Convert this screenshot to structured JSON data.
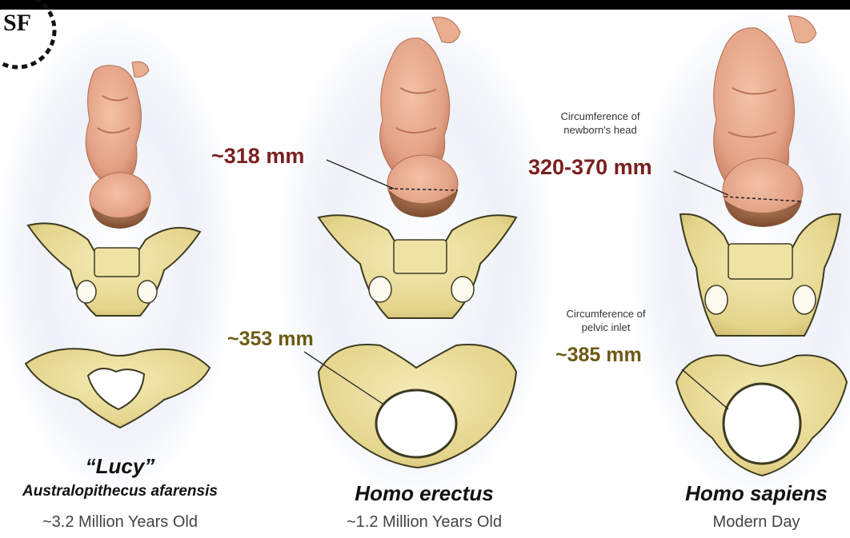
{
  "logo": {
    "text": "SF"
  },
  "columns": [
    {
      "id": "lucy",
      "title": "“Lucy”",
      "subtitle": "Australopithecus afarensis",
      "age": "~3.2 Million Years Old"
    },
    {
      "id": "erectus",
      "title": "Homo erectus",
      "age": "~1.2 Million Years Old"
    },
    {
      "id": "sapiens",
      "title": "Homo sapiens",
      "age": "Modern Day"
    }
  ],
  "measurements": {
    "erectus_head": "~318 mm",
    "erectus_inlet": "~353 mm",
    "sapiens_head_note": [
      "Circumference of",
      "newborn's head"
    ],
    "sapiens_head": "320-370 mm",
    "sapiens_inlet_note": [
      "Circumference of",
      "pelvic inlet"
    ],
    "sapiens_inlet": "~385 mm"
  },
  "colors": {
    "skin": "#e6a789",
    "skin_dark": "#c97c63",
    "hair": "#8a5a3c",
    "bone": "#e9dd9a",
    "bone_edge": "#3d3a22",
    "measure_red": "#7a1f1f",
    "measure_gold": "#6b5a14",
    "glow": "#dfe7f2"
  }
}
